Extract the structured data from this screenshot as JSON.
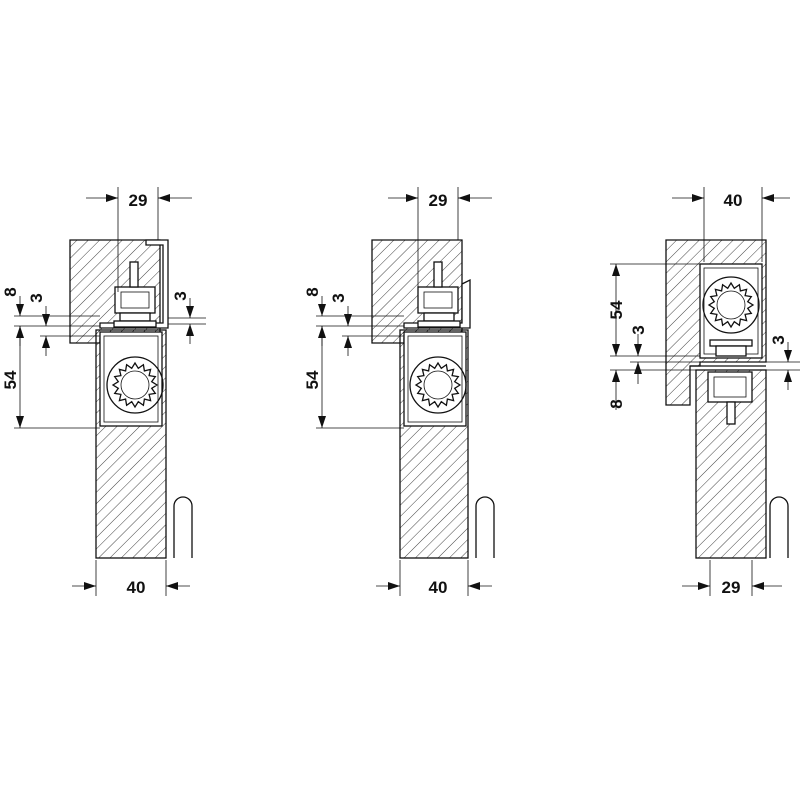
{
  "diagrams": [
    {
      "id": "left",
      "dims": {
        "top": "29",
        "bottom": "40",
        "d8": "8",
        "d3": "3",
        "d54": "54",
        "right3": "3"
      }
    },
    {
      "id": "middle",
      "dims": {
        "top": "29",
        "bottom": "40",
        "d8": "8",
        "d3": "3",
        "d54": "54"
      }
    },
    {
      "id": "right",
      "dims": {
        "top": "40",
        "bottom": "29",
        "d54": "54",
        "d3": "3",
        "d8": "8",
        "right3": "3"
      }
    }
  ],
  "colors": {
    "line": "#111111",
    "background": "#ffffff"
  }
}
